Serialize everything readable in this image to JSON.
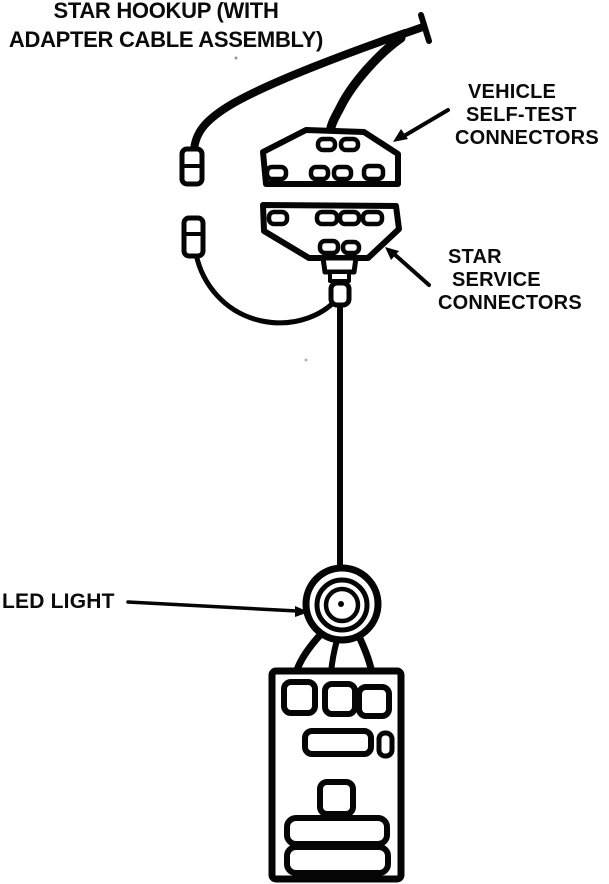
{
  "figure": {
    "title_lines": [
      "STAR HOOKUP (WITH",
      "ADAPTER CABLE ASSEMBLY)"
    ],
    "callouts": {
      "vehicle_self_test": [
        "VEHICLE",
        "SELF-TEST",
        "CONNECTORS"
      ],
      "star_service": [
        "STAR",
        "SERVICE",
        "CONNECTORS"
      ],
      "led_light": "LED LIGHT"
    },
    "components": {
      "adapter_cable_tip": "cable-end-plug",
      "vehicle_self_test_connector": "6-cavity-connector",
      "star_service_connector": "6-cavity-connector",
      "inline_connector_upper": "2-cavity-inline-connector",
      "inline_connector_lower": "2-cavity-inline-connector",
      "led_light": "concentric-circle-led",
      "star_tester": "tester-unit-with-sockets-and-slots"
    },
    "colors": {
      "ink": "#050505",
      "paper": "#ffffff"
    }
  }
}
